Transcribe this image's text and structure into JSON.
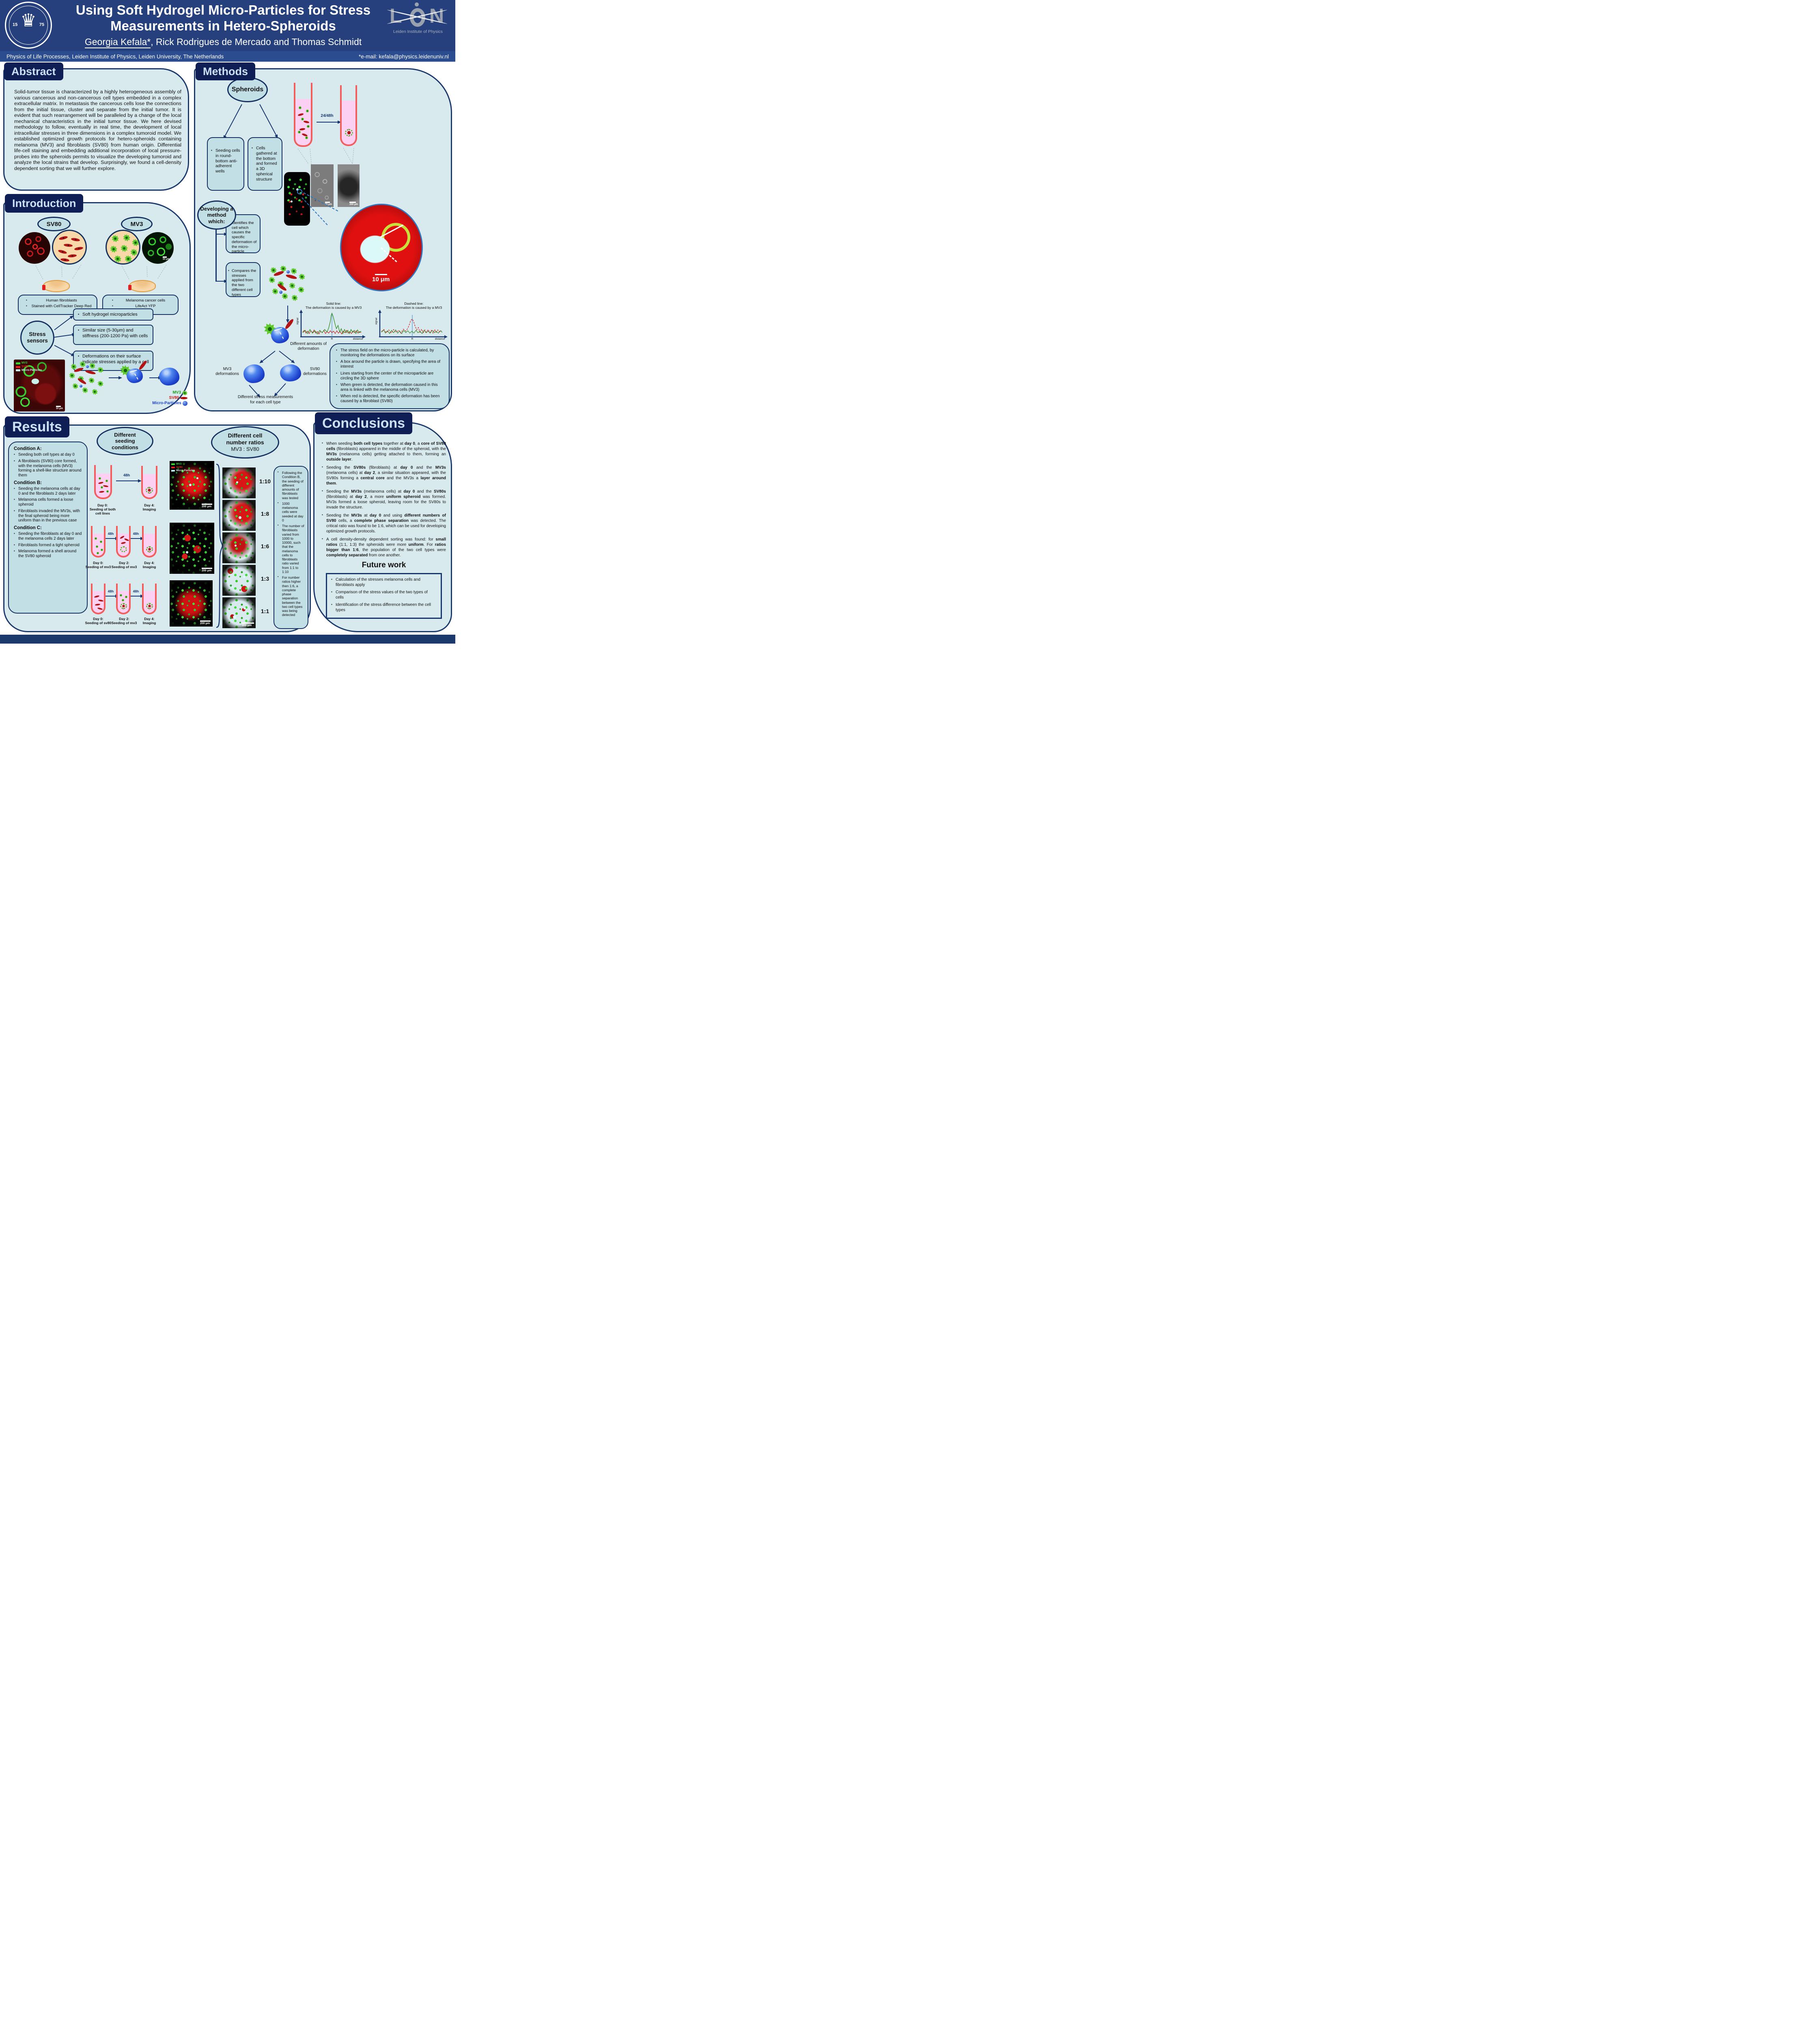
{
  "colors": {
    "header_navy": "#26407e",
    "bar_navy": "#2b4d8f",
    "tab_navy": "#0f1e55",
    "panel_border": "#1b3a6b",
    "panel_bg": "#d9eaee",
    "box_bg": "#c3dfe6",
    "mv3_green": "#3ab52e",
    "sv80_red": "#c11414",
    "micro_blue": "#2356d6",
    "tube_coral": "#f25d5d",
    "tube_fill": "#fcd0f2"
  },
  "header": {
    "title_line1": "Using Soft Hydrogel Micro-Particles for Stress",
    "title_line2": "Measurements in Hetero-Spheroids",
    "author_main": "Georgia Kefala*",
    "authors_rest": ", Rick Rodrigues de Mercado and Thomas Schmidt",
    "affiliation": "Physics of Life Processes, Leiden Institute of Physics, Leiden University, The Netherlands",
    "email": "*e-mail: kefala@physics.leidenuniv.nl",
    "seal_icon": "♛",
    "seal_year_left": "15",
    "seal_year_right": "75",
    "lion_letters": [
      "L",
      "O",
      "N"
    ],
    "lion_caption": "Leiden Institute of Physics"
  },
  "legend": {
    "mv3": "MV3",
    "sv80": "SV80",
    "micro": "Micro-Particles"
  },
  "abstract": {
    "title": "Abstract",
    "text": "Solid-tumor tissue is characterized by a highly heterogeneous assembly of various cancerous and non-cancerous cell types embedded in a complex extracellular matrix. In metastasis the cancerous cells lose the connections from the initial tissue, cluster and separate from the initial tumor. It is evident that such rearrangement will be paralleled by a change of the local mechanical characteristics in the initial tumor tissue. We here devised methodology to follow, eventually in real time, the development of local intracellular stresses in three dimensions in a complex tumoroid model. We established optimized growth protocols for hetero-spheroids containing melanoma (MV3) and fibroblasts (SV80) from human origin. Differential life-cell staining and embedding additional incorporation of local pressure-probes into the spheroids permits to visualize the developing tumoroid and analyze the local strains that develop. Surprisingly, we found a cell-density dependent sorting that we will further explore."
  },
  "introduction": {
    "title": "Introduction",
    "sv80": "SV80",
    "mv3": "MV3",
    "scale_10um": "10 μm",
    "sv80_bullets": [
      "Human fibroblasts",
      "Stained with CellTracker Deep Red"
    ],
    "mv3_bullets": [
      "Melanoma cancer cells",
      "LifeAct YFP"
    ],
    "stress_sensors": [
      "Stress",
      "sensors"
    ],
    "sensor_bullets": [
      "Soft hydrogel microparticles",
      "Similar size (5-30μm) and stiffness (200-1200 Pa) with cells",
      "Deformations on their surface indicate stresses applied by a cell"
    ]
  },
  "methods": {
    "title": "Methods",
    "spheroids": "Spheroids",
    "box_seeding": "Seeding cells in round-bottom anti-adherent wells",
    "box_gathered": "Cells gathered at the bottom and formed a 3D spherical structure",
    "tube_time": "24/48h",
    "scale_20um": "20 μm",
    "scale_200um": "200 μm",
    "scale_10um": "10 μm",
    "developing": [
      "Developing a",
      "method which:"
    ],
    "box_identifies": "Identifies the cell which causes the specific deformation of the micro-particle",
    "box_compares": "Compares the stresses applied from the two different cell types",
    "graph_solid": {
      "title1": "Solid line:",
      "title2": "The deformation is caused by a MV3",
      "ylabel": "signal",
      "xlabel": "distance",
      "xtick": "R"
    },
    "graph_dashed": {
      "title1": "Dashed line:",
      "title2": "The deformation is caused by a MV3",
      "ylabel": "signal",
      "xlabel": "distance",
      "xtick": "R"
    },
    "amounts": "Different amounts of deformation",
    "mv3_def": "MV3 deformations",
    "sv80_def": "SV80 deformations",
    "measurements": "Different stress measurements for each cell type",
    "bullets": [
      "The stress field on the micro-particle is calculated, by monitoring the deformations on its surface",
      "A box around the particle is drawn, specifying the area of interest",
      "Lines starting from the center of the microparticle are circling the 3D sphere",
      "When green is detected, the deformation caused in this area is linked with the melanoma cells (MV3)",
      "When red is detected, the specific deformation has been caused by a fibroblast (SV80)"
    ]
  },
  "results": {
    "title": "Results",
    "seeding_oval": [
      "Different",
      "seeding",
      "conditions"
    ],
    "ratio_oval": [
      "Different cell",
      "number ratios",
      "MV3 : SV80"
    ],
    "cond_a_title": "Condition A:",
    "cond_a": [
      "Seeding both cell types at day 0",
      "A fibroblasts (SV80) core formed, with the melanoma cells (MV3) forming a shell-like structure around them"
    ],
    "cond_b_title": "Condition B:",
    "cond_b": [
      "Seeding the melanoma cells at day 0 and the fibroblasts 2 days later",
      "Melanoma cells formed a loose spheroid",
      "Fibroblasts invaded the MV3s, with the final spheroid being more uniform than in the previous case"
    ],
    "cond_c_title": "Condition C:",
    "cond_c": [
      "Seeding the fibroblasts at day 0 and the melanoma cells 2 days later",
      "Fibroblasts formed a tight spheroid",
      "Melanoma formed a shell around the SV80 spheroid"
    ],
    "h48": "48h",
    "row_a_t1": [
      "Day 0:",
      "Seeding of both",
      "cell lines"
    ],
    "row_a_t2": [
      "Day 4:",
      "Imaging"
    ],
    "row_b_t1": [
      "Day 0:",
      "Seeding of mv3"
    ],
    "row_b_t2": [
      "Day 2:",
      "Seeding of mv3"
    ],
    "row_b_t3": [
      "Day 4:",
      "Imaging"
    ],
    "row_c_t1": [
      "Day 0:",
      "Seeding of sv80"
    ],
    "row_c_t2": [
      "Day 2:",
      "Seeding of mv3"
    ],
    "row_c_t3": [
      "Day 4:",
      "Imaging"
    ],
    "scale_200um": "200 μm",
    "scale_300um": "300 μm",
    "ratios": [
      "1:10",
      "1:8",
      "1:6",
      "1:3",
      "1:1"
    ],
    "ratio_bullets": [
      "Following the Condition B, the seeding of different amounts of fibroblasts was tested",
      "1000 melanoma cells were seeded at day 0",
      "The number of fibroblasts varied from 1000 to 10000, such that the melanoma cells to fibroblasts ratio varied from 1:1 to 1:10",
      "For number ratios higher then 1:6, a complete phase separation between the two cell types was being detected"
    ]
  },
  "conclusions": {
    "title": "Conclusions",
    "bullets_runs": [
      [
        [
          "When seeding ",
          0
        ],
        [
          "both cell types",
          1
        ],
        [
          " together at ",
          0
        ],
        [
          "day 0",
          1
        ],
        [
          ", a ",
          0
        ],
        [
          "core of SV80 cells",
          1
        ],
        [
          " (fibroblasts) appeared in the middle of the spheroid, with the ",
          0
        ],
        [
          "MV3s",
          1
        ],
        [
          " (melanoma cells) getting attached to them, forming an ",
          0
        ],
        [
          "outside layer",
          1
        ],
        [
          ".",
          0
        ]
      ],
      [
        [
          "Seeding the ",
          0
        ],
        [
          "SV80s",
          1
        ],
        [
          " (fibroblasts) at ",
          0
        ],
        [
          "day 0",
          1
        ],
        [
          " and the ",
          0
        ],
        [
          "MV3s",
          1
        ],
        [
          " (melanoma cells) at ",
          0
        ],
        [
          "day 2",
          1
        ],
        [
          ", a similar situation appeared, with the SV80s forming a ",
          0
        ],
        [
          "central core",
          1
        ],
        [
          " and the MV3s a ",
          0
        ],
        [
          "layer around them",
          1
        ],
        [
          ".",
          0
        ]
      ],
      [
        [
          "Seeding the ",
          0
        ],
        [
          "MV3s",
          1
        ],
        [
          " (melanoma cells) at ",
          0
        ],
        [
          "day 0",
          1
        ],
        [
          " and the ",
          0
        ],
        [
          "SV80s",
          1
        ],
        [
          " (fibroblasts) at ",
          0
        ],
        [
          "day 2",
          1
        ],
        [
          ", a more ",
          0
        ],
        [
          "uniform spheroid",
          1
        ],
        [
          " was formed. MV3s formed a loose spheroid, leaving room for the SV80s to invade the structure.",
          0
        ]
      ],
      [
        [
          "Seeding the ",
          0
        ],
        [
          "MV3s",
          1
        ],
        [
          " at ",
          0
        ],
        [
          "day 0",
          1
        ],
        [
          " and using ",
          0
        ],
        [
          "different numbers of SV80",
          1
        ],
        [
          " cells, a ",
          0
        ],
        [
          "complete phase separation",
          1
        ],
        [
          " was detected. The critical ratio was found to be 1:6, which can be used for developing optimized growth protocols.",
          0
        ]
      ],
      [
        [
          "A cell density-density dependent sorting was found: for ",
          0
        ],
        [
          "small ratios",
          1
        ],
        [
          " (1:1, 1:3) the spheroids were more ",
          0
        ],
        [
          "uniform",
          1
        ],
        [
          ". For ",
          0
        ],
        [
          "ratios bigger than 1:6",
          1
        ],
        [
          ", the population of the two cell types were ",
          0
        ],
        [
          "completely separated",
          1
        ],
        [
          " from one another.",
          0
        ]
      ]
    ],
    "future_title": "Future work",
    "future_bullets": [
      "Calculation of the stresses melanoma cells and fibroblasts apply",
      "Comparison of the stress values of the two types of cells",
      "Identification of the stress difference between the cell types"
    ]
  }
}
